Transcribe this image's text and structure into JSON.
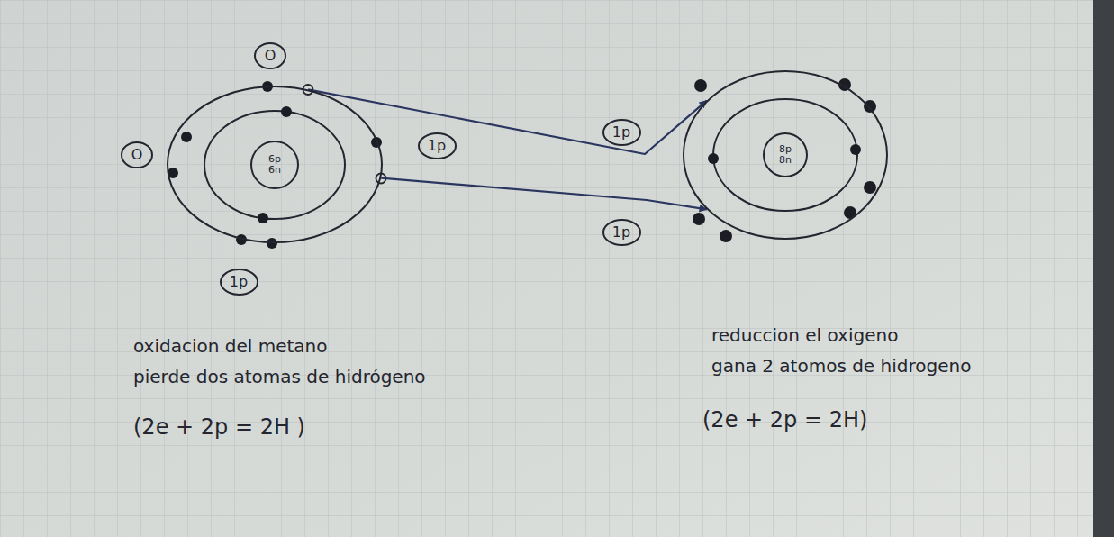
{
  "diagram": {
    "nodes": [
      {
        "text": [
          "O"
        ]
      },
      {
        "text": [
          "O"
        ]
      },
      {
        "text": [
          "6p 6n"
        ]
      },
      {
        "text": [
          "1p"
        ]
      },
      {
        "text": [
          "1p"
        ]
      },
      {
        "text": [
          "8p 8n"
        ]
      },
      {
        "text": [
          "1p"
        ]
      },
      {
        "text": [
          "1p"
        ]
      }
    ],
    "edges": [
      {
        "from": 2,
        "to": 5,
        "arrow": "to"
      },
      {
        "from": 2,
        "to": 5,
        "arrow": "to"
      }
    ],
    "labels": [
      "oxidacion del metano",
      "pierde dos atomas de hidrógeno",
      "(2e + 2p = 2H )",
      "reduccion el oxigeno",
      "gana 2 atomos de hidrogeno",
      "(2e + 2p = 2H)"
    ]
  }
}
